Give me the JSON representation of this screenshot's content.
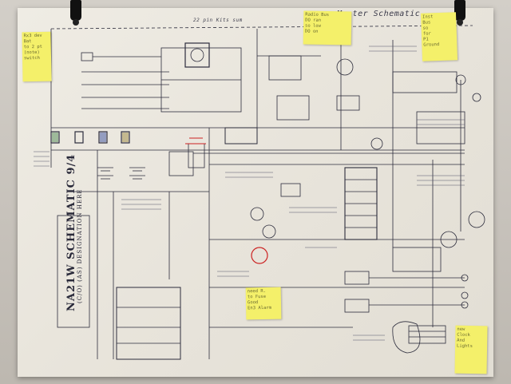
{
  "image": {
    "title_handwritten": "Master Schematic",
    "top_margin_note": "22 pin Kits sum",
    "vertical_label": "NA21W SCHEMATIC 9/4",
    "vertical_sublabel": "(C/O) (AS) DESIGNATION HERE",
    "colors": {
      "wall": "#c9c4bd",
      "paper": "#ece8e0",
      "ink": "#2c2c3c",
      "sticky": "#f4f06a",
      "red_ink": "#cc2222",
      "clip": "#111111"
    },
    "sticky_notes": [
      {
        "id": "note-top-left",
        "text": "Rx3 dev\nBat\nto 2 pt\n(note)\nswitch"
      },
      {
        "id": "note-top-center",
        "text": "Radio Bus\nDO ran\nso low\nDO on"
      },
      {
        "id": "note-top-right",
        "text": "Inst\nBus\nso\nfor\nP1\nGround"
      },
      {
        "id": "note-bottom-center",
        "text": "need R.\nto Fuse\nGood\nEn3 Alarm"
      },
      {
        "id": "note-bottom-right",
        "text": "new\nClock\nAnd\nLights"
      }
    ]
  }
}
